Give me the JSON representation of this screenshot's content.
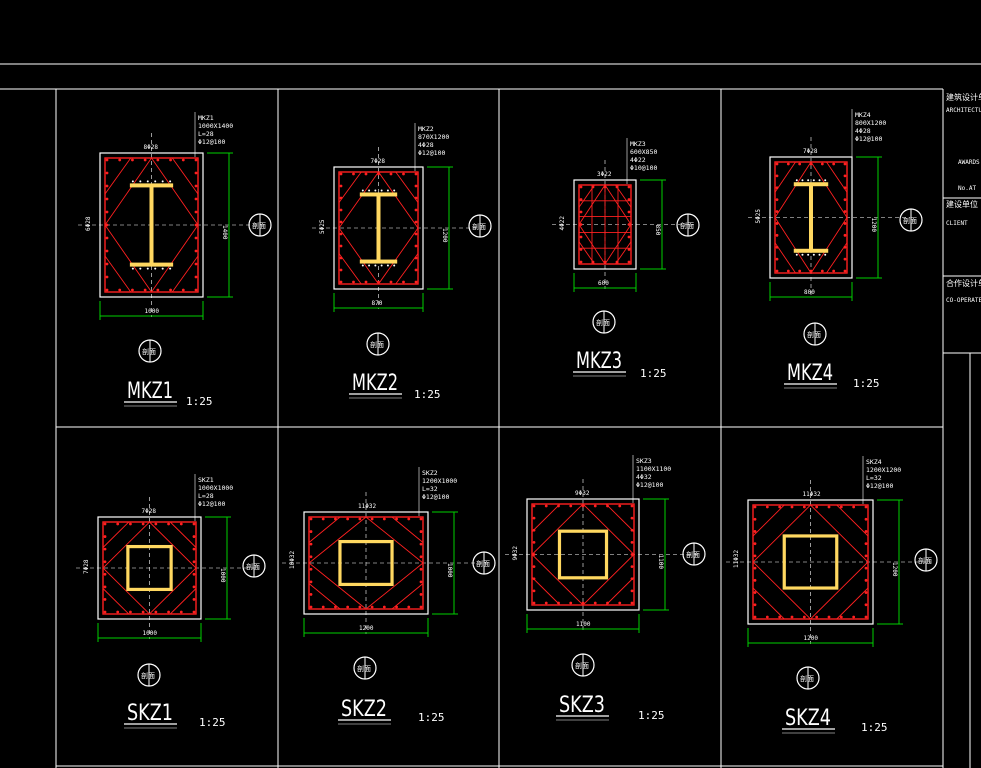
{
  "panels": [
    {
      "name": "MKZ1",
      "scale": "1:25",
      "spec": [
        "MKZ1",
        "1000X1400",
        "L=28",
        "Φ12@100"
      ],
      "top": "8Φ28",
      "left": "6Φ28",
      "right": "1400",
      "bottom": "1000",
      "type": "steel-i"
    },
    {
      "name": "MKZ2",
      "scale": "1:25",
      "spec": [
        "MKZ2",
        "870X1200",
        "4Φ28",
        "Φ12@100"
      ],
      "top": "7Φ28",
      "left": "5Φ25",
      "right": "1200",
      "bottom": "870",
      "type": "steel-i"
    },
    {
      "name": "MKZ3",
      "scale": "1:25",
      "spec": [
        "MKZ3",
        "600X850",
        "4Φ22",
        "Φ10@100"
      ],
      "top": "3Φ22",
      "left": "4Φ22",
      "right": "850",
      "bottom": "600",
      "type": "grid"
    },
    {
      "name": "MKZ4",
      "scale": "1:25",
      "spec": [
        "MKZ4",
        "800X1200",
        "4Φ28",
        "Φ12@100"
      ],
      "top": "7Φ28",
      "left": "5Φ25",
      "right": "1200",
      "bottom": "800",
      "type": "steel-i"
    },
    {
      "name": "SKZ1",
      "scale": "1:25",
      "spec": [
        "SKZ1",
        "1000X1000",
        "L=28",
        "Φ12@100"
      ],
      "top": "7Φ28",
      "left": "7Φ28",
      "right": "1000",
      "bottom": "1000",
      "type": "box"
    },
    {
      "name": "SKZ2",
      "scale": "1:25",
      "spec": [
        "SKZ2",
        "1200X1000",
        "L=32",
        "Φ12@100"
      ],
      "top": "11Φ32",
      "left": "10Φ32",
      "right": "1000",
      "bottom": "1200",
      "type": "box"
    },
    {
      "name": "SKZ3",
      "scale": "1:25",
      "spec": [
        "SKZ3",
        "1100X1100",
        "4Φ32",
        "Φ12@100"
      ],
      "top": "9Φ32",
      "left": "9Φ32",
      "right": "1100",
      "bottom": "1100",
      "type": "box"
    },
    {
      "name": "SKZ4",
      "scale": "1:25",
      "spec": [
        "SKZ4",
        "1200X1200",
        "L=32",
        "Φ12@100"
      ],
      "top": "11Φ32",
      "left": "11Φ32",
      "right": "1200",
      "bottom": "1200",
      "type": "box"
    }
  ],
  "section_tag": "剖面",
  "title_block": {
    "rows": [
      {
        "label": "建筑设计单位",
        "sub": "ARCHITECTURE"
      },
      {
        "label": "",
        "sub": "AWARDS"
      },
      {
        "label": "",
        "sub": "No.AT"
      },
      {
        "label": "建设单位",
        "sub": "CLIENT"
      },
      {
        "label": "合作设计单位",
        "sub": "CO-OPERATED"
      }
    ]
  },
  "colors": {
    "background": "#000000",
    "frame": "#ffffff",
    "concrete": "#ff2020",
    "steel": "#ffd860",
    "dimension": "#00d000",
    "center": "#ffffff"
  }
}
